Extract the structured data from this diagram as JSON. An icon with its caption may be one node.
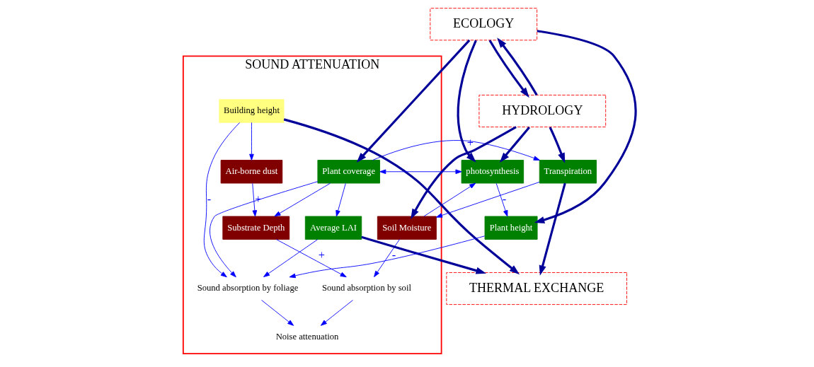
{
  "diagram": {
    "nodes": [
      {
        "text": [
          "SOUND ATTENUATION"
        ]
      },
      {
        "text": [
          "HYDROLOGY"
        ]
      },
      {
        "text": [
          "Transpiration"
        ]
      },
      {
        "text": [
          "Substrate Depth"
        ],
        "in": 0
      },
      {
        "text": [
          "Soil Moisture"
        ],
        "in": 0
      },
      {
        "text": [
          "Air-borne dust"
        ],
        "in": 0
      },
      {
        "text": [
          "photosynthesis"
        ]
      },
      {
        "text": [
          "Plant coverage"
        ],
        "in": 0
      },
      {
        "text": [
          "THERMAL EXCHANGE"
        ]
      },
      {
        "text": [
          "ECOLOGY"
        ]
      },
      {
        "text": [
          "Sound absorption by soil"
        ],
        "in": 0
      },
      {
        "text": [
          "Plant height"
        ]
      },
      {
        "text": [
          "Average LAI"
        ],
        "in": 0
      },
      {
        "text": [
          "Building height"
        ],
        "in": 0
      },
      {
        "text": [
          "Sound absorption by foliage"
        ],
        "in": 0
      },
      {
        "text": [
          "Noise attenuation"
        ],
        "in": 0
      }
    ],
    "edges": [
      {
        "from": 1,
        "to": 2,
        "arrow": "to",
        "style": "thick",
        "color": "#000099"
      },
      {
        "from": 1,
        "to": 4,
        "arrow": "to",
        "style": "thick",
        "color": "#000099"
      },
      {
        "from": 9,
        "to": 1,
        "arrow": "to",
        "style": "thick",
        "color": "#000099"
      },
      {
        "from": 1,
        "to": 9,
        "arrow": "to",
        "style": "thick",
        "color": "#000099"
      },
      {
        "from": 1,
        "to": 6,
        "arrow": "to",
        "style": "thick",
        "color": "#000099"
      },
      {
        "from": 9,
        "to": 6,
        "arrow": "to",
        "style": "thick",
        "color": "#000099"
      },
      {
        "from": 9,
        "to": 7,
        "arrow": "to",
        "style": "thick",
        "color": "#000099"
      },
      {
        "from": 9,
        "to": 11,
        "arrow": "to",
        "style": "thick",
        "color": "#000099"
      },
      {
        "from": 2,
        "to": 8,
        "arrow": "to",
        "style": "thick",
        "color": "#000099"
      },
      {
        "from": 12,
        "to": 8,
        "arrow": "to",
        "style": "thick",
        "color": "#000099"
      },
      {
        "from": 13,
        "to": 8,
        "arrow": "to",
        "style": "thick",
        "color": "#000099"
      },
      {
        "from": 4,
        "to": 6,
        "arrow": "to"
      },
      {
        "from": 6,
        "to": 7,
        "arrow": "both"
      },
      {
        "from": 6,
        "to": 11,
        "arrow": "to"
      },
      {
        "from": 7,
        "to": 3,
        "arrow": "to"
      },
      {
        "from": 7,
        "to": 2,
        "arrow": "to",
        "label": "+"
      },
      {
        "from": 7,
        "to": 12,
        "arrow": "to"
      },
      {
        "from": 7,
        "to": 14,
        "arrow": "to"
      },
      {
        "from": 12,
        "to": 14,
        "arrow": "to"
      },
      {
        "from": 11,
        "to": 14,
        "arrow": "to"
      },
      {
        "from": 3,
        "to": 10,
        "arrow": "to",
        "label": "+"
      },
      {
        "from": 5,
        "to": 3,
        "arrow": "to",
        "label": "+"
      },
      {
        "from": 2,
        "to": 4,
        "arrow": "to",
        "label": "-"
      },
      {
        "from": 4,
        "to": 10,
        "arrow": "to",
        "label": "-"
      },
      {
        "from": 13,
        "to": 5,
        "arrow": "to"
      },
      {
        "from": 13,
        "to": 14,
        "arrow": "to",
        "label": "-"
      },
      {
        "from": 10,
        "to": 15,
        "arrow": "to"
      },
      {
        "from": 14,
        "to": 15,
        "arrow": "to"
      }
    ]
  }
}
